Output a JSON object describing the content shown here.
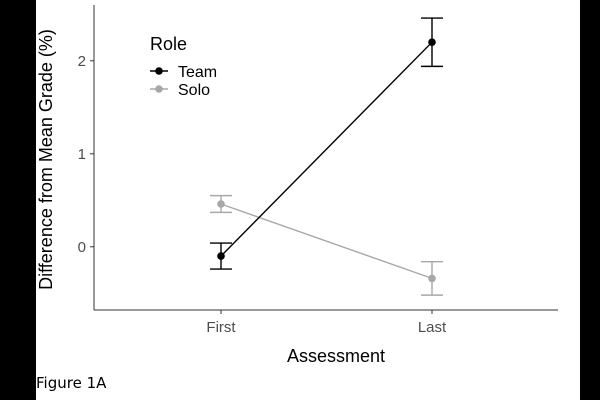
{
  "caption": "Figure 1A",
  "chart_data": {
    "type": "line",
    "title": "",
    "xlabel": "Assessment",
    "ylabel": "Difference from Mean Grade (%)",
    "categories": [
      "First",
      "Last"
    ],
    "ylim": [
      -0.68,
      2.6
    ],
    "yticks": [
      0,
      1,
      2
    ],
    "grid": false,
    "legend": {
      "title": "Role",
      "placement": "top-left"
    },
    "series": [
      {
        "name": "Team",
        "color": "#000000",
        "values": [
          -0.1,
          2.2
        ],
        "error_low": [
          -0.24,
          1.94
        ],
        "error_high": [
          0.04,
          2.46
        ]
      },
      {
        "name": "Solo",
        "color": "#a8a8a8",
        "values": [
          0.46,
          -0.34
        ],
        "error_low": [
          0.37,
          -0.52
        ],
        "error_high": [
          0.55,
          -0.16
        ]
      }
    ]
  }
}
